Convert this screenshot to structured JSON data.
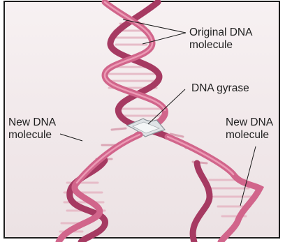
{
  "labels": {
    "original_dna": "Original DNA\nmolecule",
    "dna_gyrase": "DNA gyrase",
    "new_dna_left": "New DNA\nmolecule",
    "new_dna_right": "New DNA\nmolecule"
  },
  "colors": {
    "strand_front": "#cc5a80",
    "strand_back": "#a63a62",
    "rung": "#dca9b7",
    "enzyme": "#d9dde0",
    "leader": "#1a1a1a",
    "background": "#f3ebed"
  }
}
